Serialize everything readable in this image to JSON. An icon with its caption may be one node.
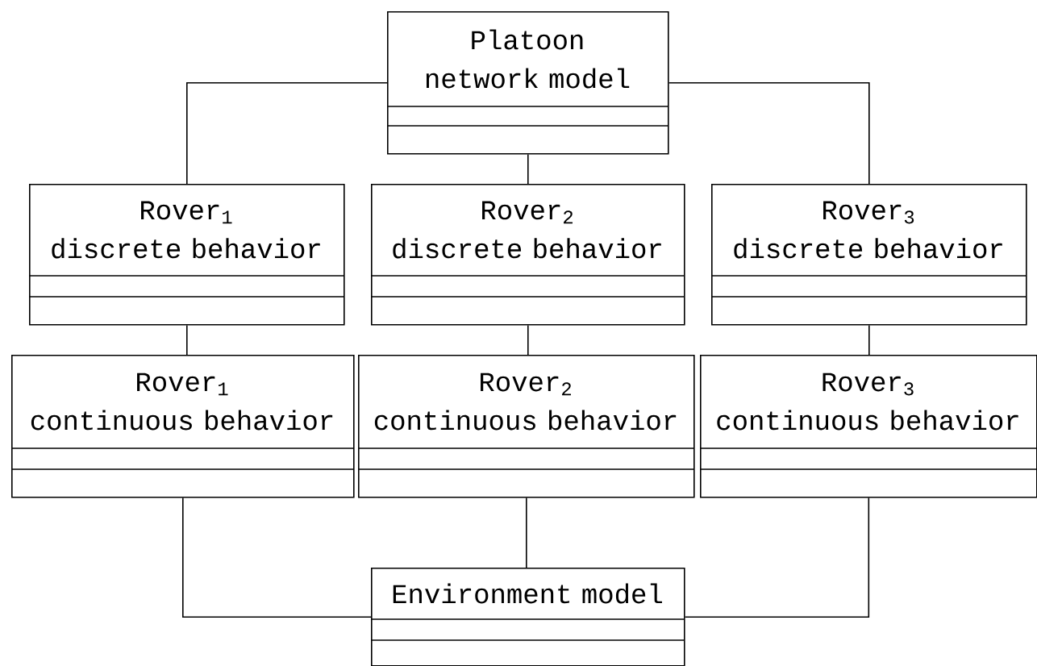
{
  "diagram": {
    "nodes": [
      {
        "text": [
          "Platoon network model"
        ]
      },
      {
        "text": [
          "Rover$_{1}$",
          "discrete behavior"
        ]
      },
      {
        "text": [
          "Rover$_{2}$",
          "discrete behavior"
        ]
      },
      {
        "text": [
          "Rover$_{3}$",
          "discrete behavior"
        ]
      },
      {
        "text": [
          "Rover$_{1}$",
          "continuous behavior"
        ]
      },
      {
        "text": [
          "Rover$_{2}$",
          "continuous behavior"
        ]
      },
      {
        "text": [
          "Rover$_{3}$",
          "continuous behavior"
        ]
      },
      {
        "text": [
          "Environment model"
        ]
      }
    ],
    "edges": [
      {
        "from": 0,
        "to": 1,
        "arrow": "none"
      },
      {
        "from": 0,
        "to": 2,
        "arrow": "none"
      },
      {
        "from": 0,
        "to": 3,
        "arrow": "none"
      },
      {
        "from": 1,
        "to": 4,
        "arrow": "none"
      },
      {
        "from": 2,
        "to": 5,
        "arrow": "none"
      },
      {
        "from": 3,
        "to": 6,
        "arrow": "none"
      },
      {
        "from": 4,
        "to": 7,
        "arrow": "none"
      },
      {
        "from": 5,
        "to": 7,
        "arrow": "none"
      },
      {
        "from": 6,
        "to": 7,
        "arrow": "none"
      }
    ]
  }
}
